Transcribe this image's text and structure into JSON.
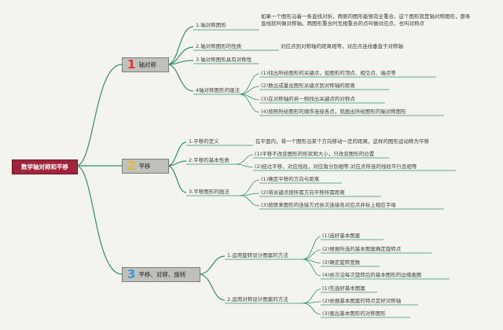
{
  "root": "数学轴对称和平移",
  "topics": [
    {
      "num": "1",
      "label": "轴对称",
      "num_color": "#e4332f",
      "subs": [
        {
          "label": "1.轴对称图形",
          "details": [
            "如果一个图形沿着一条直线对折，两侧的图形能够完全重合，这个图形就是轴对称图形，那条直线就叫做对称轴。两图形重合时互相重合的点叫做对应点，也叫对称点"
          ]
        },
        {
          "label": "2.轴对称图形的性质",
          "details": [
            "对应点到对称轴的距离相等，对应点连线垂直于对称轴"
          ]
        },
        {
          "label": "3.轴对称图形具有对称性",
          "details": []
        },
        {
          "label": "4轴对称图形的画法",
          "details": [
            "(1)找出所给图形的关键点，如图形的顶点、相交点、端点等",
            "(2)数出或量出图形关键点到对称轴的距离",
            "(3)在对称轴的另一侧找出关键点的对称点",
            "(4)按照所给图形的顺序连接各点，就画出所给图形的轴对称图形"
          ]
        }
      ]
    },
    {
      "num": "2",
      "label": "平移",
      "num_color": "#f1b52c",
      "subs": [
        {
          "label": "1.平移的定义",
          "details": [
            "在平面内，将一个图形沿某个方向移动一定的距离，这样的图形运动称为平移"
          ]
        },
        {
          "label": "2.平移的基本性质",
          "details": [
            "(1)平移不改变图形的形状和大小，只改变图形的位置",
            "(2)经过平移，对应线段，对应角分别相等;对应点所连的线段平行且相等"
          ]
        },
        {
          "label": "3.平移图形的画法",
          "details": [
            "(1)确定平移的方向与距离",
            "(2)将关键点按所需方向平移所需距离",
            "(3)按原来图形的连接方式依次连接各对应点并标上相应字母"
          ]
        }
      ]
    },
    {
      "num": "3",
      "label": "平移、对称、旋转",
      "num_color": "#3a97cf",
      "subs": [
        {
          "label": "1.运用旋转设计图案的方法",
          "details": [
            "(1)选好基本图案",
            "(2)根据所选的基本图案确定旋转点",
            "(3)确定旋转度数",
            "(4)依次沿每次旋转后的基本图形的边缘画图"
          ]
        },
        {
          "label": "2.运用对称设计图案的方法",
          "details": [
            "(1)先选好基本图案",
            "(2)依据基本图案的特点定好对称轴",
            "(3)画出基本图形的对称图形"
          ]
        }
      ]
    }
  ]
}
